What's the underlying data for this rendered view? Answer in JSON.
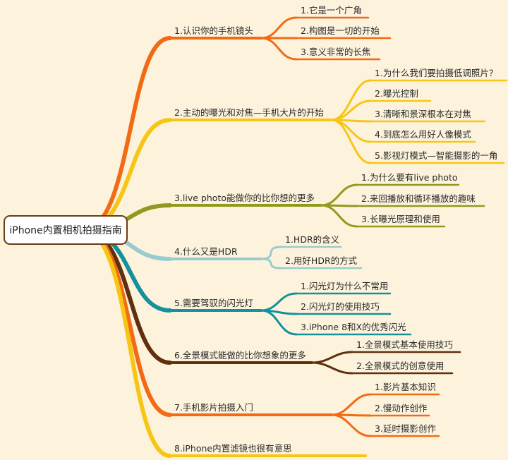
{
  "root": {
    "title": "iPhone内置相机拍摄指南"
  },
  "branches": [
    {
      "label": "1.认识你的手机镜头",
      "color": "#f26a14",
      "children": [
        {
          "label": "1.它是一个广角"
        },
        {
          "label": "2.构图是一切的开始"
        },
        {
          "label": "3.意义非常的长焦"
        }
      ]
    },
    {
      "label": "2.主动的曝光和对焦—手机大片的开始",
      "color": "#f7c615",
      "children": [
        {
          "label": "1.为什么我们要拍摄低调照片？"
        },
        {
          "label": "2.曝光控制"
        },
        {
          "label": "3.清晰和景深根本在对焦"
        },
        {
          "label": "4.到底怎么用好人像模式"
        },
        {
          "label": "5.影视灯模式—智能摄影的一角"
        }
      ]
    },
    {
      "label": "3.live photo能做你的比你想的更多",
      "color": "#8f9a1e",
      "children": [
        {
          "label": "1.为什么要有live photo"
        },
        {
          "label": "2.来回播放和循环播放的趣味"
        },
        {
          "label": "3.长曝光原理和使用"
        }
      ]
    },
    {
      "label": "4.什么又是HDR",
      "color": "#98cccf",
      "children": [
        {
          "label": "1.HDR的含义"
        },
        {
          "label": "2.用好HDR的方式"
        }
      ]
    },
    {
      "label": "5.需要驾驭的闪光灯",
      "color": "#14919a",
      "children": [
        {
          "label": "1.闪光灯为什么不常用"
        },
        {
          "label": "2.闪光灯的使用技巧"
        },
        {
          "label": "3.iPhone 8和X的优秀闪光"
        }
      ]
    },
    {
      "label": "6.全景模式能做的比你想象的更多",
      "color": "#5e300e",
      "children": [
        {
          "label": "1.全景模式基本使用技巧"
        },
        {
          "label": "2.全景模式的创意使用"
        }
      ]
    },
    {
      "label": "7.手机影片拍摄入门",
      "color": "#f26a14",
      "children": [
        {
          "label": "1.影片基本知识"
        },
        {
          "label": "2.慢动作创作"
        },
        {
          "label": "3.延时摄影创作"
        }
      ]
    },
    {
      "label": "8.iPhone内置滤镜也很有意思",
      "color": "#f7c615",
      "children": []
    }
  ]
}
